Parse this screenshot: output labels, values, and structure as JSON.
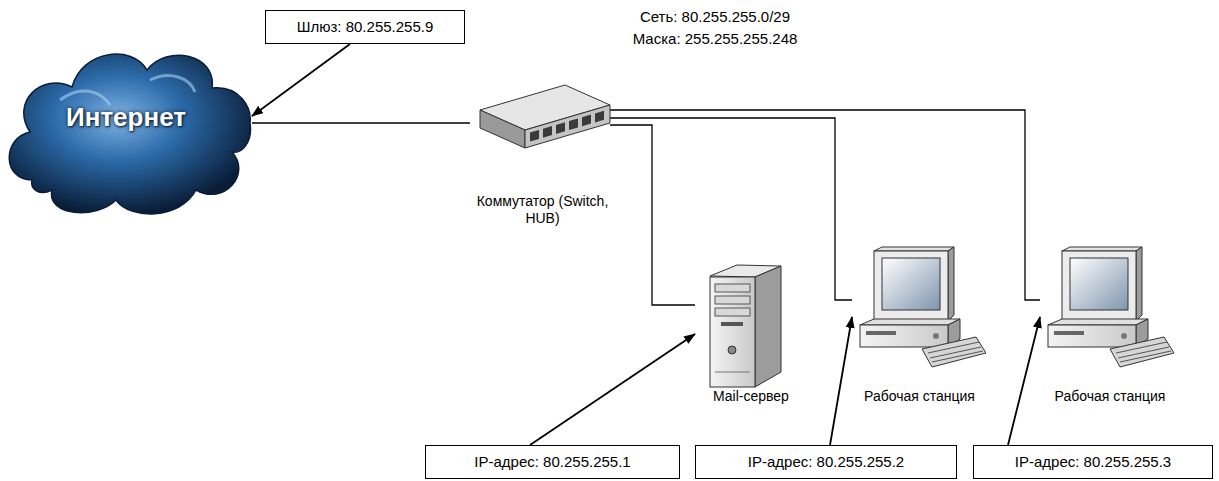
{
  "diagram": {
    "nodes": [
      {
        "text": [
          "Шлюз: 80.255.255.9"
        ]
      },
      {
        "text": [
          "Интернет"
        ]
      },
      {
        "text": [
          "Коммутатор (Switch, HUB)"
        ]
      },
      {
        "text": [
          "Mail-сервер"
        ]
      },
      {
        "text": [
          "Рабочая станция"
        ]
      },
      {
        "text": [
          "Рабочая станция"
        ]
      },
      {
        "text": [
          "IP-адрес: 80.255.255.1"
        ]
      },
      {
        "text": [
          "IP-адрес: 80.255.255.2"
        ]
      },
      {
        "text": [
          "IP-адрес: 80.255.255.3"
        ]
      }
    ],
    "edges": [
      {
        "from": 0,
        "to": 1,
        "arrow": "to"
      },
      {
        "from": 1,
        "to": 2,
        "arrow": "none"
      },
      {
        "from": 2,
        "to": 3,
        "arrow": "none"
      },
      {
        "from": 2,
        "to": 4,
        "arrow": "none"
      },
      {
        "from": 2,
        "to": 5,
        "arrow": "none"
      },
      {
        "from": 6,
        "to": 3,
        "arrow": "to"
      },
      {
        "from": 7,
        "to": 4,
        "arrow": "to"
      },
      {
        "from": 8,
        "to": 5,
        "arrow": "to"
      }
    ],
    "labels": [
      "Сеть: 80.255.255.0/29",
      "Маска: 255.255.255.248"
    ]
  }
}
